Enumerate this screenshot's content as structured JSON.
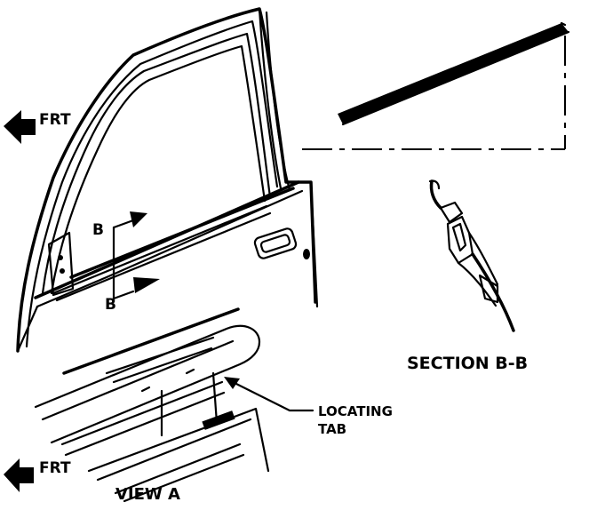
{
  "labels": {
    "frt_top": "FRT",
    "frt_bottom": "FRT",
    "b_top": "B",
    "b_bottom": "B",
    "section": "SECTION B-B",
    "locating_line1": "LOCATING",
    "locating_line2": "TAB",
    "view": "VIEW A"
  },
  "colors": {
    "ink": "#000000",
    "paper": "#ffffff"
  }
}
